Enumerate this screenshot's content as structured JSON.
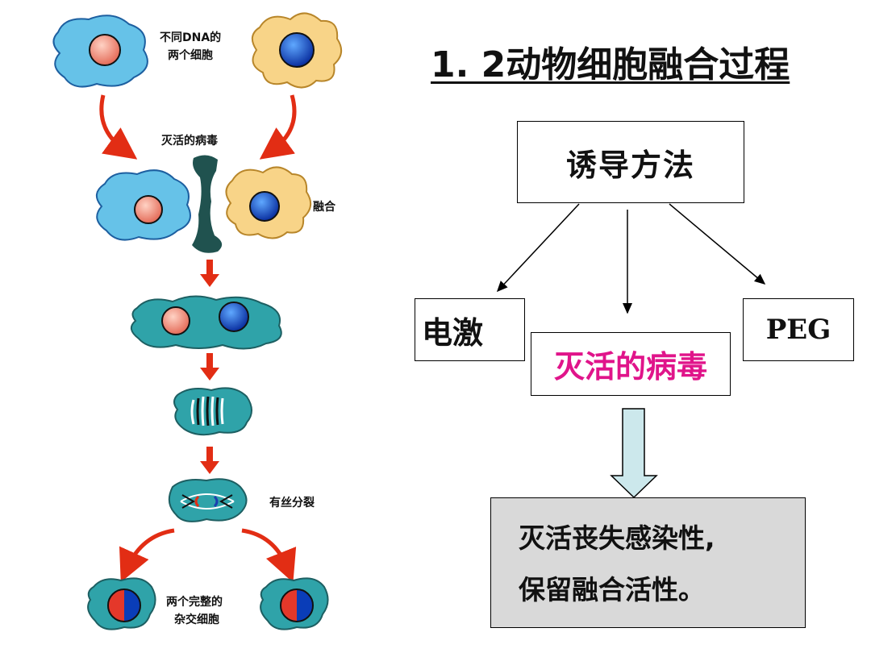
{
  "diagram": {
    "captions": {
      "two_cells": [
        "不同DNA的",
        "两个细胞"
      ],
      "virus": "灭活的病毒",
      "fusion": "融合",
      "mitosis": "有丝分裂",
      "hybrids": [
        "两个完整的",
        "杂交细胞"
      ]
    }
  },
  "title": "1. 2动物细胞融合过程",
  "flowchart": {
    "root": "诱导方法",
    "methods": {
      "electric": "电激",
      "virus": "灭活的病毒",
      "peg": "PEG"
    },
    "result": [
      "灭活丧失感染性,",
      "保留融合活性。"
    ]
  },
  "colors": {
    "cell_blue": "#66c2e8",
    "cell_orange": "#f8d488",
    "fused_cell": "#2fa3a9",
    "nucleus_pink": "#f08a78",
    "nucleus_blue": "#0a3db8",
    "arrow_red": "#e22d14",
    "virus_dark": "#20524f",
    "highlight_magenta": "#e0148a",
    "result_bg": "#d9d9d9",
    "down_arrow_fill": "#cce8ec"
  }
}
